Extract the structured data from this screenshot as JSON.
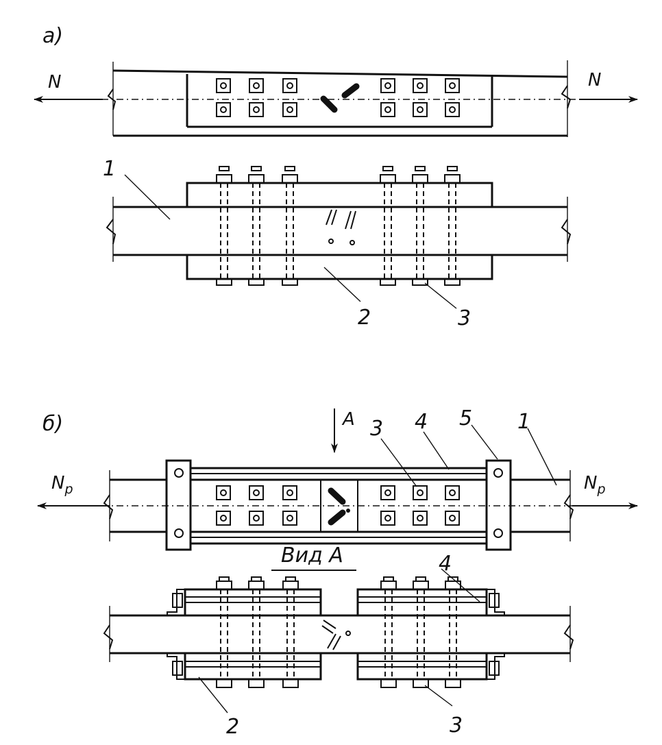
{
  "panel_a": {
    "label": "a)",
    "force_left": "N",
    "force_right": "N",
    "callouts": [
      "1",
      "2",
      "3"
    ]
  },
  "panel_b": {
    "label": "б)",
    "view_arrow": "A",
    "force_left_main": "N",
    "force_left_sub": "p",
    "force_right_main": "N",
    "force_right_sub": "p",
    "callouts_top": [
      "3",
      "4",
      "5",
      "1"
    ],
    "view_title": "Вид А",
    "callouts_bottom": [
      "4",
      "2",
      "3"
    ]
  }
}
